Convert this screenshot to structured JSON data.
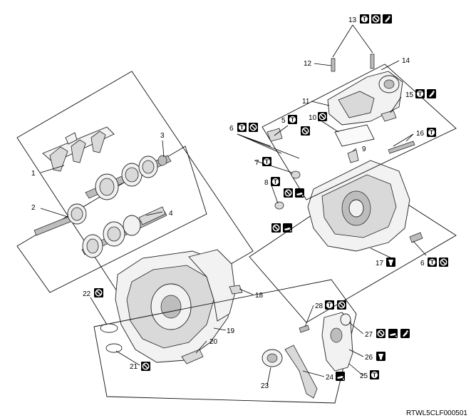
{
  "diagram": {
    "figure_code": "RTWL5CLF000501",
    "callouts": [
      {
        "id": "1",
        "text": "1"
      },
      {
        "id": "2",
        "text": "2"
      },
      {
        "id": "3",
        "text": "3"
      },
      {
        "id": "4",
        "text": "4"
      },
      {
        "id": "5",
        "text": "5"
      },
      {
        "id": "6a",
        "text": "6"
      },
      {
        "id": "6b",
        "text": "6"
      },
      {
        "id": "7",
        "text": "7"
      },
      {
        "id": "8",
        "text": "8"
      },
      {
        "id": "9",
        "text": "9"
      },
      {
        "id": "10",
        "text": "10"
      },
      {
        "id": "11",
        "text": "11"
      },
      {
        "id": "12",
        "text": "12"
      },
      {
        "id": "13",
        "text": "13"
      },
      {
        "id": "14",
        "text": "14"
      },
      {
        "id": "15",
        "text": "15"
      },
      {
        "id": "16",
        "text": "16"
      },
      {
        "id": "17",
        "text": "17"
      },
      {
        "id": "18",
        "text": "18"
      },
      {
        "id": "19",
        "text": "19"
      },
      {
        "id": "20",
        "text": "20"
      },
      {
        "id": "21",
        "text": "21"
      },
      {
        "id": "22",
        "text": "22"
      },
      {
        "id": "23",
        "text": "23"
      },
      {
        "id": "24",
        "text": "24"
      },
      {
        "id": "25",
        "text": "25"
      },
      {
        "id": "26",
        "text": "26"
      },
      {
        "id": "27",
        "text": "27"
      },
      {
        "id": "28",
        "text": "28"
      }
    ],
    "symbols": {
      "torque": "T",
      "do_not_reuse": "⦸",
      "apply_sealant": "sealant",
      "apply_grease": "grease",
      "apply_oil": "oil"
    }
  }
}
